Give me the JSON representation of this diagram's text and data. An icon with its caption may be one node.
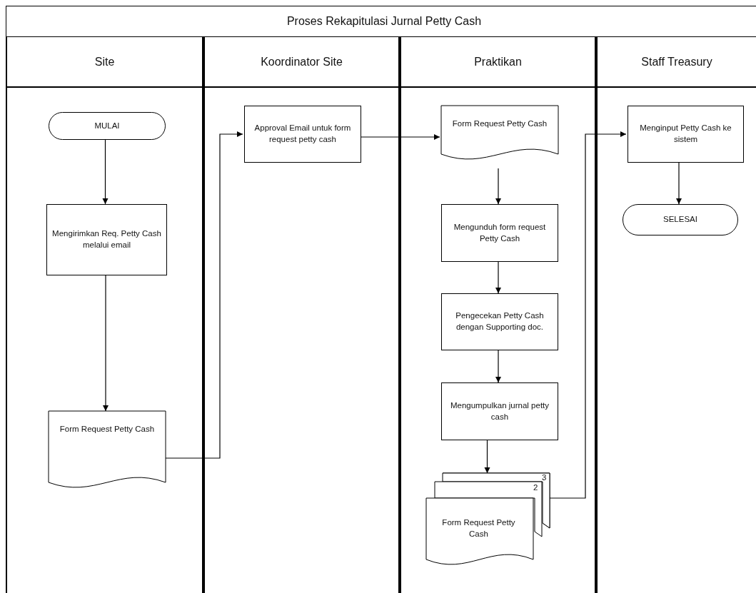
{
  "diagram": {
    "title": "Proses Rekapitulasi Jurnal Petty Cash",
    "nodes": [
      {
        "text": [
          "Site"
        ]
      },
      {
        "text": [
          "Koordinator Site"
        ]
      },
      {
        "text": [
          "Praktikan"
        ]
      },
      {
        "text": [
          "Staff Treasury"
        ]
      },
      {
        "text": [
          "MULAI"
        ],
        "in": 0
      },
      {
        "text": [
          "Mengirimkan Req. Petty Cash melalui email"
        ],
        "in": 0
      },
      {
        "text": [
          "Form Request Petty Cash"
        ],
        "in": 0
      },
      {
        "text": [
          "Approval Email untuk form request petty cash"
        ],
        "in": 1
      },
      {
        "text": [
          "Form Request Petty Cash"
        ],
        "in": 2
      },
      {
        "text": [
          "Mengunduh form request Petty Cash"
        ],
        "in": 2
      },
      {
        "text": [
          "Pengecekan Petty Cash dengan Supporting doc."
        ],
        "in": 2
      },
      {
        "text": [
          "Mengumpulkan jurnal petty cash"
        ],
        "in": 2
      },
      {
        "text": [
          "Form Request Petty Cash"
        ],
        "in": 2
      },
      {
        "text": [
          "Menginput Petty Cash ke sistem"
        ],
        "in": 3
      },
      {
        "text": [
          "SELESAI"
        ],
        "in": 3
      }
    ],
    "edges": [
      {
        "from": 4,
        "to": 5,
        "arrow": "to"
      },
      {
        "from": 5,
        "to": 6,
        "arrow": "to"
      },
      {
        "from": 6,
        "to": 7,
        "arrow": "to"
      },
      {
        "from": 7,
        "to": 8,
        "arrow": "to"
      },
      {
        "from": 8,
        "to": 9,
        "arrow": "to"
      },
      {
        "from": 9,
        "to": 10,
        "arrow": "to"
      },
      {
        "from": 10,
        "to": 11,
        "arrow": "to"
      },
      {
        "from": 11,
        "to": 12,
        "arrow": "to"
      },
      {
        "from": 12,
        "to": 13,
        "arrow": "to"
      },
      {
        "from": 13,
        "to": 14,
        "arrow": "to"
      }
    ],
    "labels": [
      "2",
      "3"
    ]
  }
}
